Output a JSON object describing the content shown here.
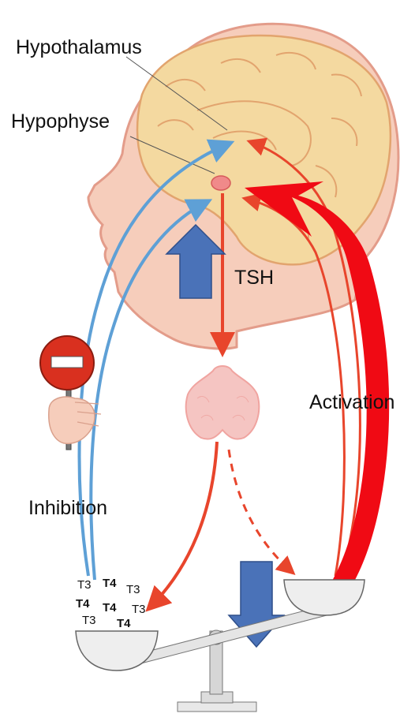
{
  "labels": {
    "hypothalamus": "Hypothalamus",
    "hypophyse": "Hypophyse",
    "tsh": "TSH",
    "activation": "Activation",
    "inhibition": "Inhibition"
  },
  "hormones_left_pan": [
    "T3",
    "T4",
    "T3",
    "T4",
    "T4",
    "T3",
    "T3",
    "T4"
  ],
  "colors": {
    "red_arrow": "#e8452c",
    "bright_red": "#f00a14",
    "blue_arrow": "#5ea0d6",
    "big_blue_arrow": "#4a72b8",
    "head_skin": "#f6cdbb",
    "brain": "#f4d9a0",
    "thyroid": "#f5c5c2"
  },
  "icons": {
    "stop_sign": "no-entry-sign-icon",
    "balance_scale": "balance-scale-icon"
  }
}
